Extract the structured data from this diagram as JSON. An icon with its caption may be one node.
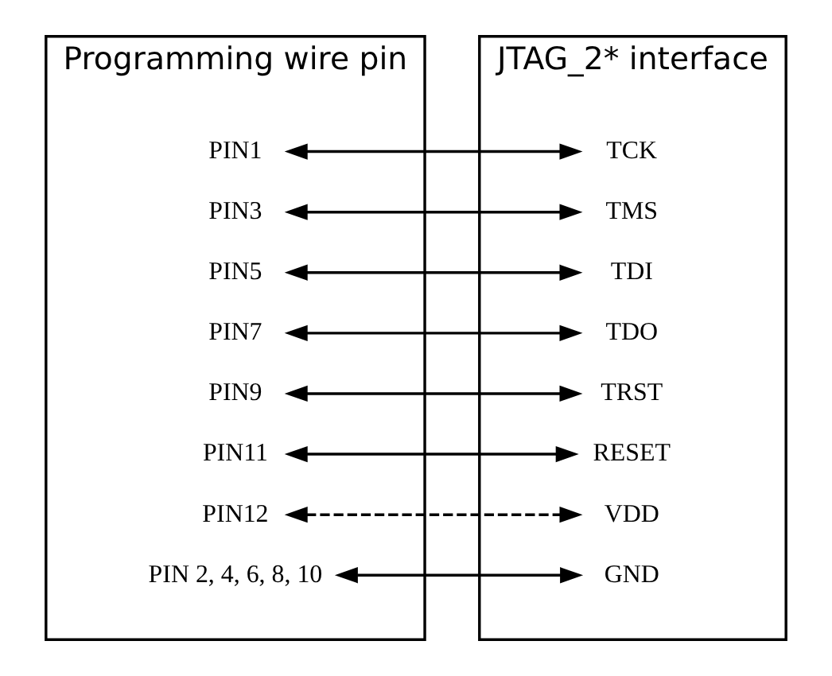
{
  "diagram": {
    "nodes": [
      {
        "text": [
          "Programming wire pin"
        ]
      },
      {
        "text": [
          "PIN1"
        ],
        "in": 0
      },
      {
        "text": [
          "PIN3"
        ],
        "in": 0
      },
      {
        "text": [
          "PIN5"
        ],
        "in": 0
      },
      {
        "text": [
          "PIN7"
        ],
        "in": 0
      },
      {
        "text": [
          "PIN9"
        ],
        "in": 0
      },
      {
        "text": [
          "PIN11"
        ],
        "in": 0
      },
      {
        "text": [
          "PIN12"
        ],
        "in": 0
      },
      {
        "text": [
          "PIN 2, 4, 6, 8, 10"
        ],
        "in": 0
      },
      {
        "text": [
          "JTAG_2* interface"
        ]
      },
      {
        "text": [
          "TCK"
        ],
        "in": 9
      },
      {
        "text": [
          "TMS"
        ],
        "in": 9
      },
      {
        "text": [
          "TDI"
        ],
        "in": 9
      },
      {
        "text": [
          "TDO"
        ],
        "in": 9
      },
      {
        "text": [
          "TRST"
        ],
        "in": 9
      },
      {
        "text": [
          "RESET"
        ],
        "in": 9
      },
      {
        "text": [
          "VDD"
        ],
        "in": 9
      },
      {
        "text": [
          "GND"
        ],
        "in": 9
      }
    ],
    "edges": [
      {
        "from": 1,
        "to": 10,
        "arrow": "both"
      },
      {
        "from": 2,
        "to": 11,
        "arrow": "both"
      },
      {
        "from": 3,
        "to": 12,
        "arrow": "both"
      },
      {
        "from": 4,
        "to": 13,
        "arrow": "both"
      },
      {
        "from": 5,
        "to": 14,
        "arrow": "both"
      },
      {
        "from": 6,
        "to": 15,
        "arrow": "both"
      },
      {
        "from": 7,
        "to": 16,
        "arrow": "both",
        "style": "dashed"
      },
      {
        "from": 8,
        "to": 17,
        "arrow": "both"
      }
    ]
  }
}
